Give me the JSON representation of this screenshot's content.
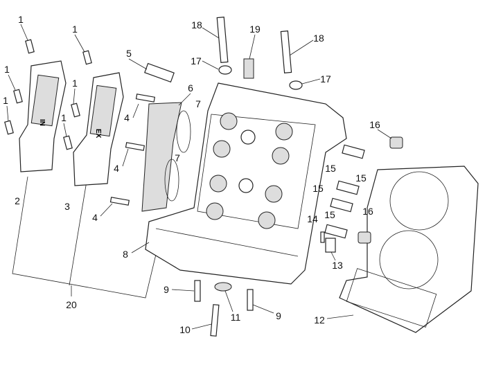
{
  "diagram": {
    "title": "Cylinder head exploded view",
    "callouts": [
      "1",
      "1",
      "1",
      "1",
      "1",
      "1",
      "2",
      "3",
      "4",
      "4",
      "4",
      "5",
      "6",
      "7",
      "7",
      "8",
      "9",
      "9",
      "10",
      "11",
      "12",
      "13",
      "14",
      "15",
      "15",
      "15",
      "15",
      "16",
      "16",
      "17",
      "17",
      "18",
      "18",
      "19",
      "20"
    ],
    "cam_cap_marks": [
      "IN",
      "EX"
    ]
  }
}
